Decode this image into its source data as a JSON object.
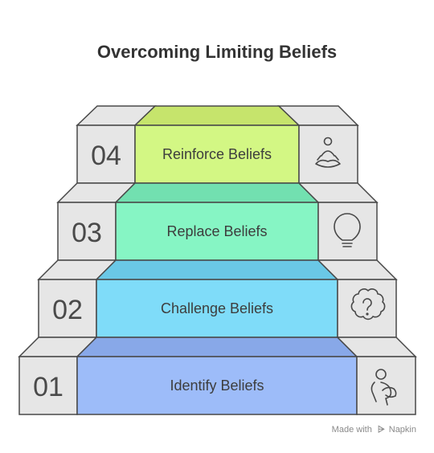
{
  "title": "Overcoming Limiting Beliefs",
  "steps": [
    {
      "number": "04",
      "label": "Reinforce Beliefs",
      "icon": "meditation-person-icon",
      "color": "#d3f784"
    },
    {
      "number": "03",
      "label": "Replace Beliefs",
      "icon": "lightbulb-icon",
      "color": "#86f5c4"
    },
    {
      "number": "02",
      "label": "Challenge Beliefs",
      "icon": "question-cloud-icon",
      "color": "#7fdcf9"
    },
    {
      "number": "01",
      "label": "Identify Beliefs",
      "icon": "person-thinking-icon",
      "color": "#9dbcf9"
    }
  ],
  "watermark": {
    "prefix": "Made with",
    "brand": "Napkin"
  }
}
